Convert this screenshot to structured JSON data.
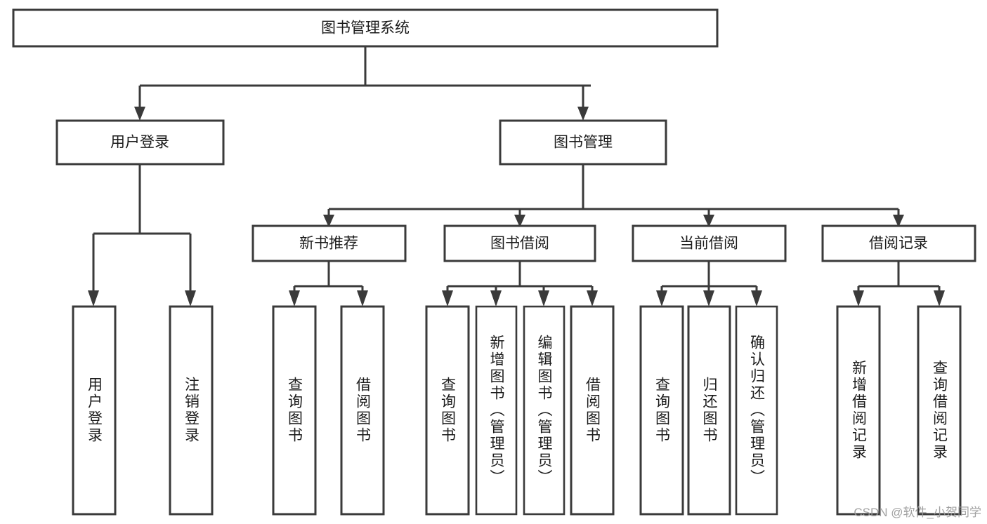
{
  "diagram": {
    "title": "图书管理系统",
    "type": "hierarchy-tree",
    "root": {
      "id": "root",
      "label": "图书管理系统"
    },
    "level2": [
      {
        "id": "user-login",
        "label": "用户登录"
      },
      {
        "id": "book-manage",
        "label": "图书管理"
      }
    ],
    "level3": [
      {
        "id": "new-book-recommend",
        "label": "新书推荐",
        "parent": "book-manage"
      },
      {
        "id": "book-borrow",
        "label": "图书借阅",
        "parent": "book-manage"
      },
      {
        "id": "current-borrow",
        "label": "当前借阅",
        "parent": "book-manage"
      },
      {
        "id": "borrow-record",
        "label": "借阅记录",
        "parent": "book-manage"
      }
    ],
    "leaves": [
      {
        "id": "leaf-user-login",
        "label": "用户登录",
        "parent": "user-login"
      },
      {
        "id": "leaf-user-logout",
        "label": "注销登录",
        "parent": "user-login"
      },
      {
        "id": "leaf-query-book-1",
        "label": "查询图书",
        "parent": "new-book-recommend"
      },
      {
        "id": "leaf-borrow-book-1",
        "label": "借阅图书",
        "parent": "new-book-recommend"
      },
      {
        "id": "leaf-query-book-2",
        "label": "查询图书",
        "parent": "book-borrow"
      },
      {
        "id": "leaf-add-book",
        "label": "新增图书（管理员）",
        "parent": "book-borrow"
      },
      {
        "id": "leaf-edit-book",
        "label": "编辑图书（管理员）",
        "parent": "book-borrow"
      },
      {
        "id": "leaf-borrow-book-2",
        "label": "借阅图书",
        "parent": "book-borrow"
      },
      {
        "id": "leaf-query-book-3",
        "label": "查询图书",
        "parent": "current-borrow"
      },
      {
        "id": "leaf-return-book",
        "label": "归还图书",
        "parent": "current-borrow"
      },
      {
        "id": "leaf-confirm-return",
        "label": "确认归还（管理员）",
        "parent": "current-borrow"
      },
      {
        "id": "leaf-add-record",
        "label": "新增借阅记录",
        "parent": "borrow-record"
      },
      {
        "id": "leaf-query-record",
        "label": "查询借阅记录",
        "parent": "borrow-record"
      }
    ],
    "colors": {
      "stroke": "#3a3a3a",
      "fill": "#ffffff",
      "text": "#1b1b1b",
      "watermark": "#9a9a9a"
    }
  },
  "watermark": {
    "text": "CSDN @软件_小贺同学"
  }
}
